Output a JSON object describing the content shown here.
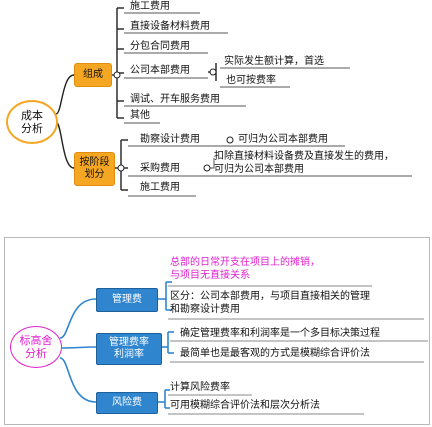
{
  "top": {
    "root": "成本\n分析",
    "branch1": "组成",
    "b1_items": [
      "施工费用",
      "直接设备材料费用",
      "分包合同费用",
      "公司本部费用",
      "调试、开车服务费用",
      "其他"
    ],
    "b1_sub": [
      "实际发生额计算，首选",
      "也可按费率"
    ],
    "branch2": "按阶段\n划分",
    "b2_items": [
      "勘察设计费用",
      "采购费用",
      "施工费用"
    ],
    "b2_notes": [
      "可归为公司本部费用",
      "扣除直接材料设备费及直接发生的费用，\n可归为公司本部费用"
    ]
  },
  "bottom": {
    "root": "标高舍\n分析",
    "branch1": "管理费",
    "branch2": "管理费率\n利润率",
    "branch3": "风险费",
    "pink_note": "总部的日常开支在项目上的摊销，\n与项目无直接关系",
    "b1_note": "区分：公司本部费用，与项目直接相关的管理\n和勘察设计费用",
    "b2_notes": [
      "确定管理费率和利润率是一个多目标决策过程",
      "最简单也是最客观的方式是模糊综合评价法"
    ],
    "b3_notes": [
      "计算风险费率",
      "可用模糊综合评价法和层次分析法"
    ]
  }
}
